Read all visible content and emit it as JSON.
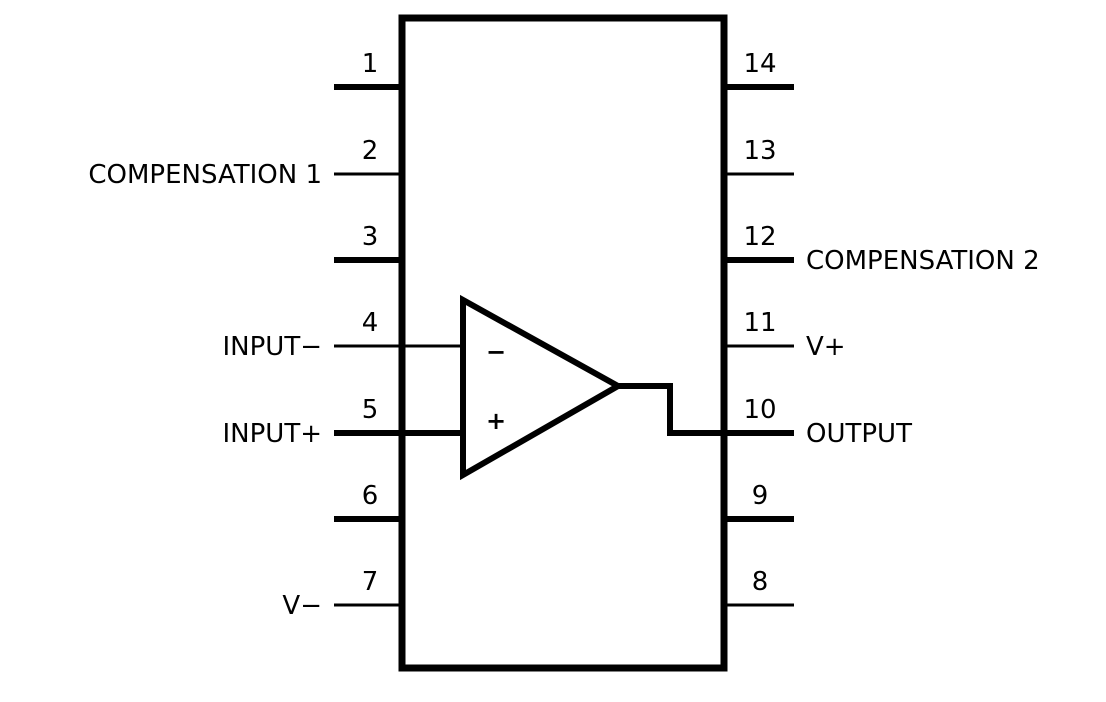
{
  "ink_color": "#000000",
  "background_color": "#ffffff",
  "left_pins": [
    {
      "number": "1",
      "label": ""
    },
    {
      "number": "2",
      "label": "COMPENSATION 1"
    },
    {
      "number": "3",
      "label": ""
    },
    {
      "number": "4",
      "label": "INPUT−"
    },
    {
      "number": "5",
      "label": "INPUT+"
    },
    {
      "number": "6",
      "label": ""
    },
    {
      "number": "7",
      "label": "V−"
    }
  ],
  "right_pins": [
    {
      "number": "14",
      "label": ""
    },
    {
      "number": "13",
      "label": ""
    },
    {
      "number": "12",
      "label": "COMPENSATION 2"
    },
    {
      "number": "11",
      "label": "V+"
    },
    {
      "number": "10",
      "label": "OUTPUT"
    },
    {
      "number": "9",
      "label": ""
    },
    {
      "number": "8",
      "label": ""
    }
  ],
  "opamp": {
    "minus_sign": "−",
    "plus_sign": "+"
  }
}
